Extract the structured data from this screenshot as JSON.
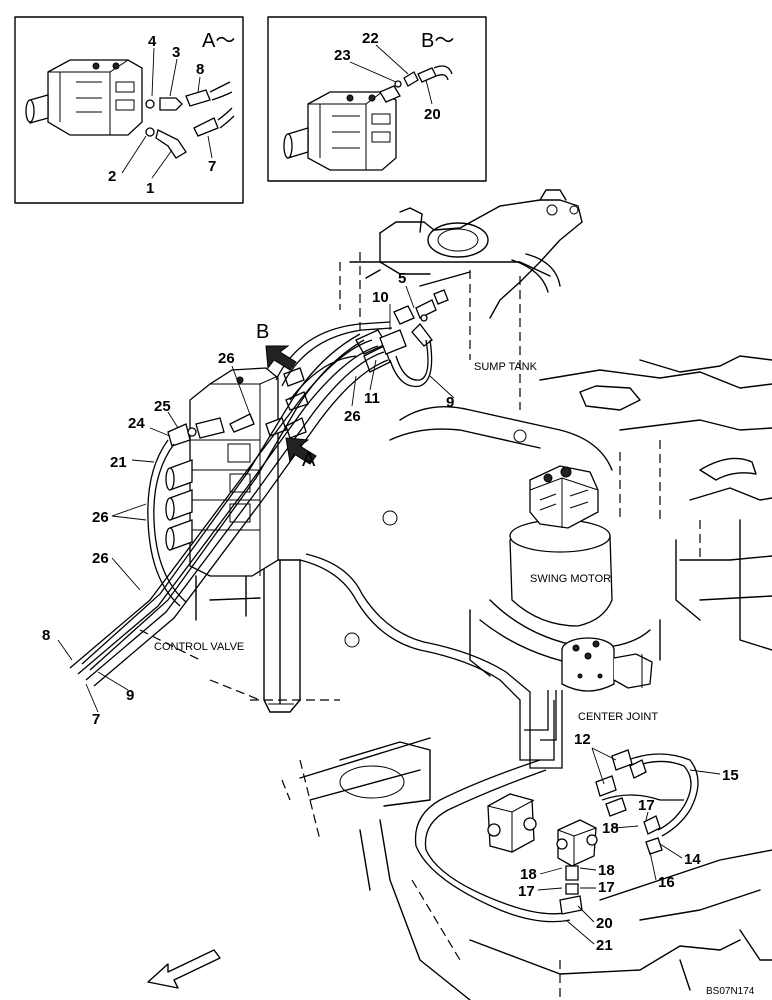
{
  "inset_a": {
    "title": "A～",
    "callouts": [
      "4",
      "3",
      "8",
      "2",
      "1",
      "7"
    ]
  },
  "inset_b": {
    "title": "B～",
    "callouts": [
      "22",
      "23",
      "20"
    ]
  },
  "labels": {
    "sump_tank": "SUMP TANK",
    "swing_motor": "SWING MOTOR",
    "control_valve": "CONTROL VALVE",
    "center_joint": "CENTER JOINT"
  },
  "view_markers": {
    "a": "A",
    "b": "B"
  },
  "callouts": {
    "c5": "5",
    "c10": "10",
    "c11": "11",
    "c26a": "26",
    "c26b": "26",
    "c26c": "26",
    "c26d": "26",
    "c9a": "9",
    "c9b": "9",
    "c25": "25",
    "c24": "24",
    "c21a": "21",
    "c21b": "21",
    "c8": "8",
    "c7": "7",
    "c12": "12",
    "c15": "15",
    "c17a": "17",
    "c17b": "17",
    "c17c": "17",
    "c18a": "18",
    "c18b": "18",
    "c18c": "18",
    "c14": "14",
    "c16": "16",
    "c20": "20"
  },
  "reference_code": "BS07N174"
}
